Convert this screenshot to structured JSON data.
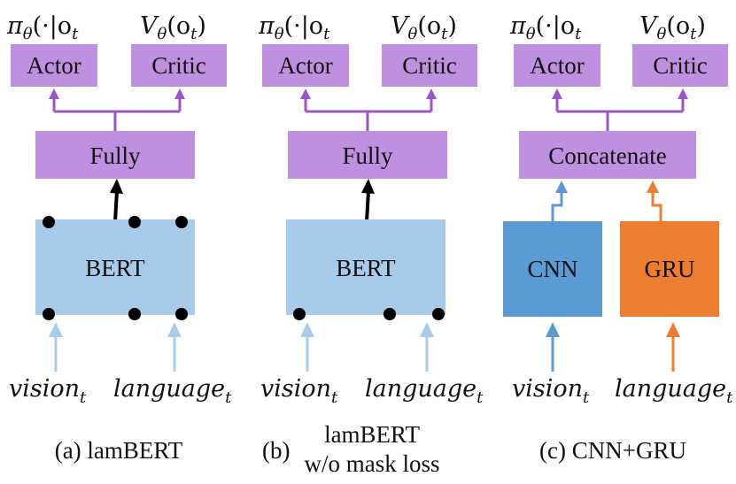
{
  "colors": {
    "purple_box": "#C090E0",
    "purple_line": "#9A55C6",
    "bert_box": "#A9CBEA",
    "light_blue_arrow": "#A9CBEA",
    "cnn_box": "#5B9BD5",
    "cnn_arrow": "#5B9BD5",
    "gru_box": "#ED7D31",
    "gru_arrow": "#ED7D31",
    "black": "#000000"
  },
  "panels": [
    {
      "policy_label": "π",
      "policy_sub": "θ",
      "policy_rest": "(·|o",
      "policy_sub2": "t",
      "value_label": "V",
      "value_sub": "θ",
      "value_rest": "(o",
      "value_sub2": "t",
      "value_close": ")",
      "actor": "Actor",
      "critic": "Critic",
      "fusion": "Fully",
      "encoder": "BERT",
      "input_vision": "vision",
      "input_vision_sub": "t",
      "input_language": "language",
      "input_language_sub": "t",
      "caption_line1": "(a) lamBERT",
      "caption_line2": ""
    },
    {
      "policy_label": "π",
      "policy_sub": "θ",
      "policy_rest": "(·|o",
      "policy_sub2": "t",
      "value_label": "V",
      "value_sub": "θ",
      "value_rest": "(o",
      "value_sub2": "t",
      "value_close": ")",
      "actor": "Actor",
      "critic": "Critic",
      "fusion": "Fully",
      "encoder": "BERT",
      "input_vision": "vision",
      "input_vision_sub": "t",
      "input_language": "language",
      "input_language_sub": "t",
      "caption_line1": "lamBERT",
      "caption_prefix": "(b)",
      "caption_line2": "w/o mask loss"
    },
    {
      "policy_label": "π",
      "policy_sub": "θ",
      "policy_rest": "(·|o",
      "policy_sub2": "t",
      "value_label": "V",
      "value_sub": "θ",
      "value_rest": "(o",
      "value_sub2": "t",
      "value_close": ")",
      "actor": "Actor",
      "critic": "Critic",
      "fusion": "Concatenate",
      "encoder_left": "CNN",
      "encoder_right": "GRU",
      "input_vision": "vision",
      "input_vision_sub": "t",
      "input_language": "language",
      "input_language_sub": "t",
      "caption_line1": "(c) CNN+GRU",
      "caption_line2": ""
    }
  ]
}
